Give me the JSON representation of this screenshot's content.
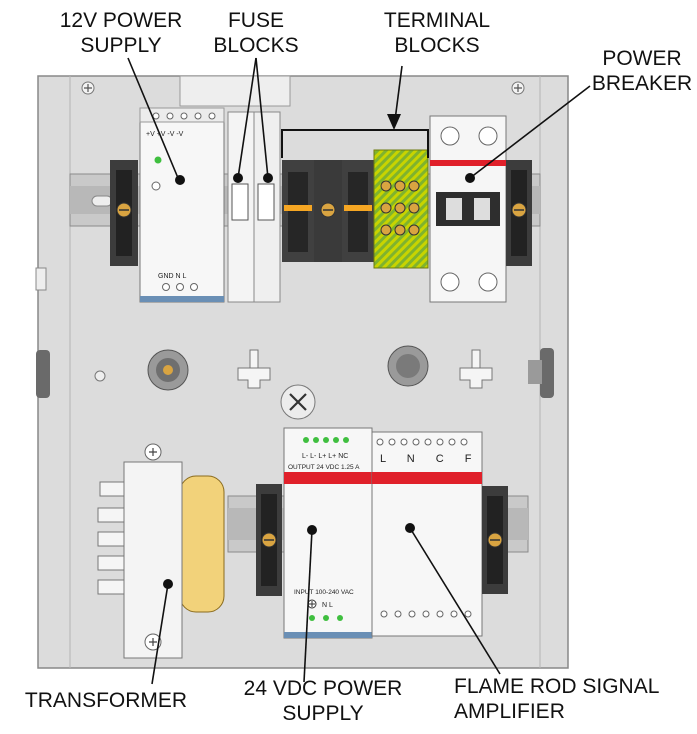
{
  "labels": {
    "power_supply_12v": [
      "12V POWER",
      "SUPPLY"
    ],
    "fuse_blocks": [
      "FUSE",
      "BLOCKS"
    ],
    "terminal_blocks": [
      "TERMINAL",
      "BLOCKS"
    ],
    "power_breaker": [
      "POWER",
      "BREAKER"
    ],
    "transformer": [
      "TRANSFORMER"
    ],
    "power_supply_24v": [
      "24 VDC POWER",
      "SUPPLY"
    ],
    "flame_rod_amplifier": [
      "FLAME ROD SIGNAL",
      "AMPLIFIER"
    ]
  },
  "device_text": {
    "psu12_top": "+V +V -V -V",
    "psu12_bottom": "GND N L",
    "psu24_top_terminals": "L- L- L+ L+ NC",
    "psu24_output": "OUTPUT 24 VDC 1.25 A",
    "psu24_input": "INPUT 100-240 VAC",
    "psu24_bottom_terminals": "N L",
    "amplifier_terminals": "L N C F"
  },
  "colors": {
    "panel": "#d9d9d9",
    "din_rail": "#c8c8c8",
    "terminal_dark": "#3a3a3a",
    "ground_terminal": "#c8d400",
    "accent_red": "#e0202a",
    "transformer_core": "#f2d27a",
    "screw_brass": "#d9a441"
  }
}
